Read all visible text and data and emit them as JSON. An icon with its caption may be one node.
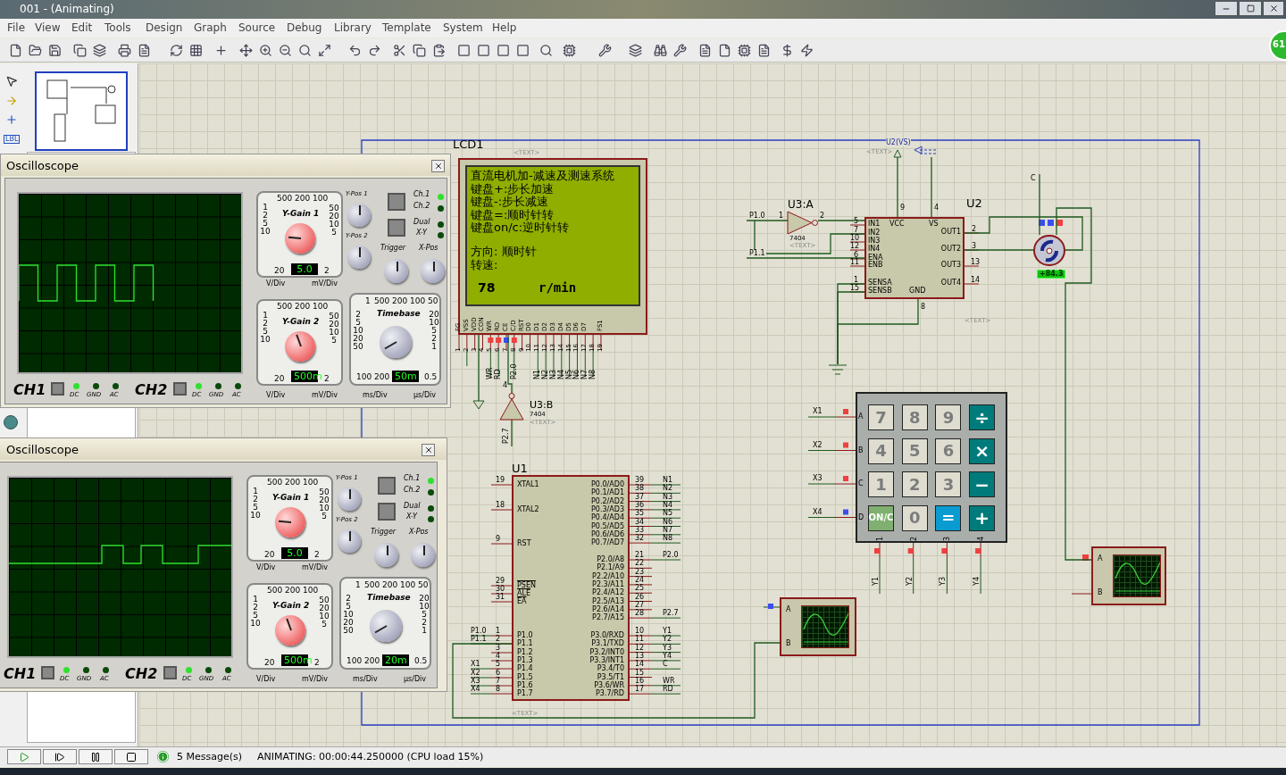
{
  "diagram": {
    "nodes": [
      {
        "text": [
          "LCD1",
          "<TEXT>",
          "直流电机加-减速及测速系统",
          "键盘+:步长加速",
          "键盘-:步长减速",
          "键盘=:顺时针转",
          "键盘on/c:逆时针转",
          "方向: 顺时针",
          "转速:",
          "78",
          "r/min",
          "FG",
          "VSS",
          "VDD",
          "CON",
          "WR",
          "RD",
          "CE",
          "C/D",
          "RST",
          "D0",
          "D1",
          "D2",
          "D3",
          "D4",
          "D5",
          "D6",
          "D7",
          "FS1"
        ],
        "beside": [
          "1",
          "2",
          "3",
          "4",
          "5",
          "6",
          "7",
          "8",
          "9",
          "10",
          "11",
          "12",
          "13",
          "14",
          "15",
          "16",
          "17",
          "18",
          "19",
          "WR",
          "RD",
          "P2.0",
          "N1",
          "N2",
          "N3",
          "N4",
          "N5",
          "N6",
          "N7",
          "N8"
        ]
      },
      {
        "text": [
          "U3:A",
          "7404",
          "<TEXT>"
        ],
        "beside": [
          "1",
          "2"
        ]
      },
      {
        "text": [
          "U2",
          "IN1",
          "IN2",
          "IN3",
          "IN4",
          "ENA",
          "ENB",
          "SENSA",
          "SENSB",
          "VCC",
          "VS",
          "GND",
          "OUT1",
          "OUT2",
          "OUT3",
          "OUT4",
          "<TEXT>",
          "9",
          "4",
          "5",
          "7",
          "10",
          "12",
          "6",
          "11",
          "1",
          "15",
          "8",
          "2",
          "3",
          "13",
          "14"
        ]
      },
      {
        "text": [
          "U2(VS)",
          "<TEXT>"
        ]
      },
      {
        "text": [
          "+84.3"
        ]
      },
      {
        "text": [
          "U1",
          "XTAL1",
          "XTAL2",
          "RST",
          "PSEN",
          "ALE",
          "EA",
          "P1.0",
          "P1.1",
          "P1.2",
          "P1.3",
          "P1.4",
          "P1.5",
          "P1.6",
          "P1.7",
          "P0.0/AD0",
          "P0.1/AD1",
          "P0.2/AD2",
          "P0.3/AD3",
          "P0.4/AD4",
          "P0.5/AD5",
          "P0.6/AD6",
          "P0.7/AD7",
          "P2.0/A8",
          "P2.1/A9",
          "P2.2/A10",
          "P2.3/A11",
          "P2.4/A12",
          "P2.5/A13",
          "P2.6/A14",
          "P2.7/A15",
          "P3.0/RXD",
          "P3.1/TXD",
          "P3.2/INT0",
          "P3.3/INT1",
          "P3.4/T0",
          "P3.5/T1",
          "P3.6/WR",
          "P3.7/RD",
          "<TEXT>"
        ],
        "beside": [
          "19",
          "18",
          "9",
          "29",
          "30",
          "31",
          "1",
          "2",
          "3",
          "4",
          "5",
          "6",
          "7",
          "8",
          "39",
          "38",
          "37",
          "36",
          "35",
          "34",
          "33",
          "32",
          "21",
          "22",
          "23",
          "24",
          "25",
          "26",
          "27",
          "28",
          "10",
          "11",
          "12",
          "13",
          "14",
          "15",
          "16",
          "17",
          "P1.0",
          "P1.1",
          "X1",
          "X2",
          "X3",
          "X4",
          "N1",
          "N2",
          "N3",
          "N4",
          "N5",
          "N6",
          "N7",
          "N8",
          "P2.0",
          "P2.7",
          "Y1",
          "Y2",
          "Y3",
          "Y4",
          "C",
          "WR",
          "RD"
        ]
      },
      {
        "text": [
          "7",
          "8",
          "9",
          "÷",
          "4",
          "5",
          "6",
          "×",
          "1",
          "2",
          "3",
          "−",
          "ON/C",
          "0",
          "=",
          "+",
          "A",
          "B",
          "C",
          "D",
          "1",
          "2",
          "3",
          "4"
        ],
        "beside": [
          "X1",
          "X2",
          "X3",
          "X4",
          "Y1",
          "Y2",
          "Y3",
          "Y4"
        ]
      },
      {
        "text": [
          "A",
          "B"
        ]
      },
      {
        "text": [
          "A",
          "B"
        ]
      },
      {
        "text": [
          "U3:B",
          "7404",
          "<TEXT>"
        ],
        "beside": [
          "4"
        ]
      },
      {
        "text": [
          "Oscilloscope",
          "500 200 100",
          "Y-Gain 1",
          "1 2 5 10",
          "20",
          "50 20 10 5",
          "2",
          "5.0",
          "V/Div",
          "mV/Div",
          "500 200 100",
          "Y-Gain 2",
          "1 2 5 10",
          "20",
          "50 20 10 5",
          "2",
          "500m",
          "V/Div",
          "mV/Div",
          "Y-Pos 1",
          "Y-Pos 2",
          "Ch.1",
          "Ch.2",
          "Dual",
          "X-Y",
          "Trigger",
          "X-Pos",
          "1",
          "500 200 100 50",
          "Timebase",
          "2 5 10 20 50",
          "100 200",
          "20 10 5 2 1",
          "0.5",
          "50m",
          "ms/Div",
          "µs/Div",
          "CH1",
          "DC",
          "GND",
          "AC",
          "CH2",
          "DC",
          "GND",
          "AC"
        ]
      },
      {
        "text": [
          "Oscilloscope",
          "500 200 100",
          "Y-Gain 1",
          "1 2 5 10",
          "20",
          "50 20 10 5",
          "2",
          "5.0",
          "V/Div",
          "mV/Div",
          "500 200 100",
          "Y-Gain 2",
          "1 2 5 10",
          "20",
          "50 20 10 5",
          "2",
          "500m",
          "V/Div",
          "mV/Div",
          "Y-Pos 1",
          "Y-Pos 2",
          "Ch.1",
          "Ch.2",
          "Dual",
          "X-Y",
          "Trigger",
          "X-Pos",
          "1",
          "500 200 100 50",
          "Timebase",
          "2 5 10 20 50",
          "100 200",
          "20 10 5 2 1",
          "0.5",
          "20m",
          "ms/Div",
          "µs/Div",
          "CH1",
          "DC",
          "GND",
          "AC",
          "CH2",
          "DC",
          "GND",
          "AC"
        ]
      },
      {
        "text": [],
        "shape": "ground"
      },
      {
        "text": [],
        "shape": "triangle"
      }
    ],
    "edges": [
      {
        "from": 1,
        "to": 2,
        "arrow": "none"
      },
      {
        "from": null,
        "to": 1,
        "arrow": "none",
        "label": "P1.0"
      },
      {
        "from": null,
        "to": 2,
        "arrow": "none"
      },
      {
        "from": null,
        "to": 2,
        "arrow": "none",
        "label": "P1.1"
      },
      {
        "from": 3,
        "to": 2,
        "arrow": "none"
      },
      {
        "from": 3,
        "to": 2,
        "arrow": "none"
      },
      {
        "from": 2,
        "to": 4,
        "arrow": "none"
      },
      {
        "from": 2,
        "to": 4,
        "arrow": "none"
      },
      {
        "from": 4,
        "to": 8,
        "arrow": "none"
      },
      {
        "from": 4,
        "to": null,
        "arrow": "none",
        "label": "C"
      },
      {
        "from": 2,
        "to": 12,
        "arrow": "none"
      },
      {
        "from": 2,
        "to": 12,
        "arrow": "none"
      },
      {
        "from": 2,
        "to": 12,
        "arrow": "none"
      },
      {
        "from": 0,
        "to": 9,
        "arrow": "none"
      },
      {
        "from": null,
        "to": 9,
        "arrow": "none",
        "label": "P2.7"
      },
      {
        "from": 5,
        "to": 7,
        "arrow": "none"
      },
      {
        "from": 0,
        "to": 13,
        "arrow": "none"
      }
    ],
    "labels": [
      "001 - (Animating)",
      "File",
      "View",
      "Edit",
      "Tools",
      "Design",
      "Graph",
      "Source",
      "Debug",
      "Library",
      "Template",
      "System",
      "Help",
      "61",
      "LBL",
      "5 Message(s)",
      "ANIMATING: 00:00:44.250000 (CPU load 15%)"
    ]
  }
}
